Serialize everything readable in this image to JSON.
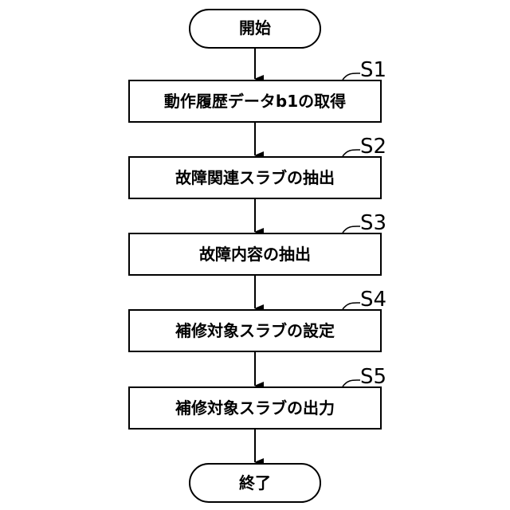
{
  "flowchart": {
    "start": {
      "label": "開始"
    },
    "steps": [
      {
        "id": "S1",
        "label": "動作履歴データb1の取得"
      },
      {
        "id": "S2",
        "label": "故障関連スラブの抽出"
      },
      {
        "id": "S3",
        "label": "故障内容の抽出"
      },
      {
        "id": "S4",
        "label": "補修対象スラブの設定"
      },
      {
        "id": "S5",
        "label": "補修対象スラブの出力"
      }
    ],
    "end": {
      "label": "終了"
    }
  }
}
